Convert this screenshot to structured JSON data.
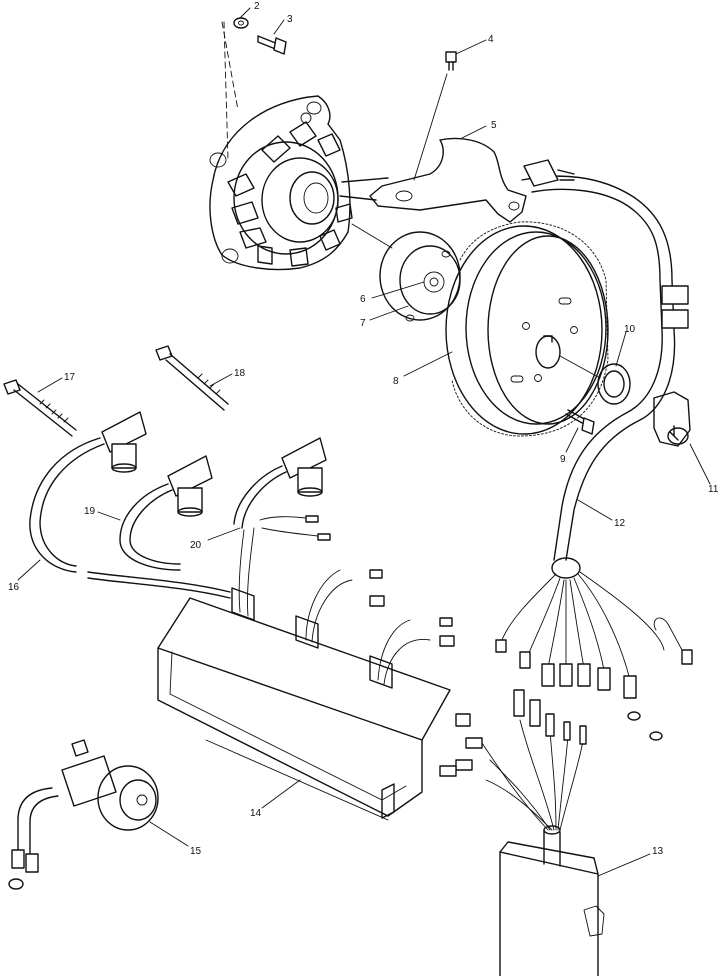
{
  "diagram": {
    "callouts": [
      {
        "id": "c2",
        "text": "2"
      },
      {
        "id": "c3",
        "text": "3"
      },
      {
        "id": "c4",
        "text": "4"
      },
      {
        "id": "c5",
        "text": "5"
      },
      {
        "id": "c6",
        "text": "6"
      },
      {
        "id": "c7",
        "text": "7"
      },
      {
        "id": "c8",
        "text": "8"
      },
      {
        "id": "c9",
        "text": "9"
      },
      {
        "id": "c10",
        "text": "10"
      },
      {
        "id": "c11",
        "text": "11"
      },
      {
        "id": "c12",
        "text": "12"
      },
      {
        "id": "c13",
        "text": "13"
      },
      {
        "id": "c14",
        "text": "14"
      },
      {
        "id": "c15",
        "text": "15"
      },
      {
        "id": "c16",
        "text": "16"
      },
      {
        "id": "c17",
        "text": "17"
      },
      {
        "id": "c18",
        "text": "18"
      },
      {
        "id": "c19",
        "text": "19"
      },
      {
        "id": "c20",
        "text": "20"
      }
    ]
  }
}
